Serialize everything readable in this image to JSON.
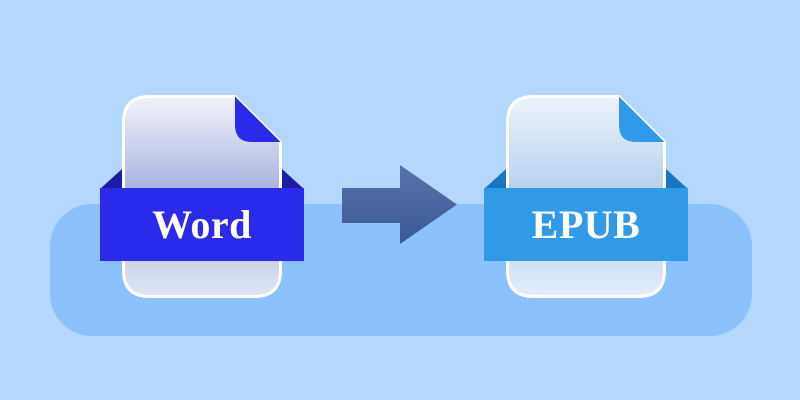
{
  "illustration": {
    "name": "word-to-epub-conversion",
    "source_format": {
      "label": "Word"
    },
    "target_format": {
      "label": "EPUB"
    },
    "arrow_direction": "right"
  },
  "colors": {
    "background": "#b4d8fd",
    "panel": "#8cc2fb",
    "word_accent": "#2a2aec",
    "word_fold_dark": "#1c1ca4",
    "epub_accent": "#309ae9",
    "epub_fold_dark": "#1b74c4",
    "arrow_top": "#5874ae",
    "arrow_bottom": "#3c5894",
    "label_text": "#ffffff",
    "page_outline": "#ffffff",
    "word_page_top": "#f2f4fb",
    "word_page_upper": "#aab4de",
    "word_page_lower": "#ccd4ee",
    "word_page_bottom": "#dde6f6",
    "epub_page_top": "#eef4fc",
    "epub_page_upper": "#b7d2ee",
    "epub_page_lower": "#cfe0f5",
    "epub_page_bottom": "#e2eefb"
  }
}
